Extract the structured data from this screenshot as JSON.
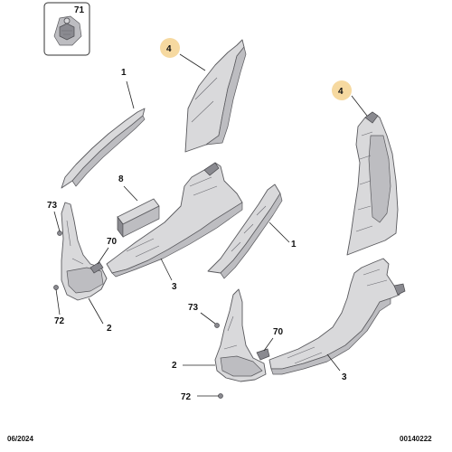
{
  "inset": {
    "label": "71"
  },
  "callouts": {
    "c1_top": "1",
    "c1_mid": "1",
    "c2_left": "2",
    "c2_bottom": "2",
    "c3_mid": "3",
    "c3_right": "3",
    "c4_center": "4",
    "c4_right": "4",
    "c8": "8",
    "c70_left": "70",
    "c70_bottom": "70",
    "c72_left": "72",
    "c72_bottom": "72",
    "c73_left": "73",
    "c73_bottom": "73"
  },
  "footer": {
    "date": "06/2024",
    "code": "00140222"
  },
  "colors": {
    "highlight": "#f6d9a0",
    "part_fill": "#d9d9db",
    "outline": "#5a5a5e"
  }
}
